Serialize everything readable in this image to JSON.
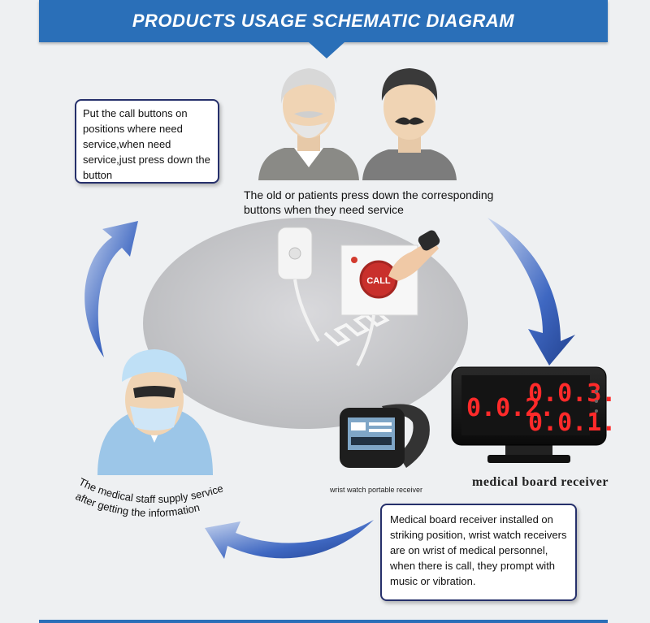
{
  "header": {
    "title": "PRODUCTS USAGE SCHEMATIC DIAGRAM"
  },
  "notes": {
    "top_left": "Put the call buttons on positions where need service,when need service,just press down the button",
    "bottom_right": "Medical board receiver installed on striking position, wrist watch receivers are on wrist of medical personnel, when there is call, they prompt with music or vibration."
  },
  "captions": {
    "patients": "The old or patients press down the corresponding buttons when they need service",
    "staff": "The medical staff supply service after getting the information",
    "watch": "wrist watch portable receiver",
    "board": "medical board receiver"
  },
  "call_button": {
    "label": "CALL"
  },
  "board_display": {
    "row1_left": "0.0.2.",
    "row1_right": "0.0.3.",
    "row2_right": "0.0.1."
  },
  "colors": {
    "accent": "#2a6fb8",
    "note_border": "#26306b",
    "led": "#ff2a2a",
    "arrow": "#2f57b0"
  },
  "icons": [
    "patient-elderly-icon",
    "patient-mustache-icon",
    "medical-staff-icon",
    "call-button-icon",
    "wrist-watch-icon",
    "board-receiver-icon",
    "cycle-arrow-icon"
  ]
}
